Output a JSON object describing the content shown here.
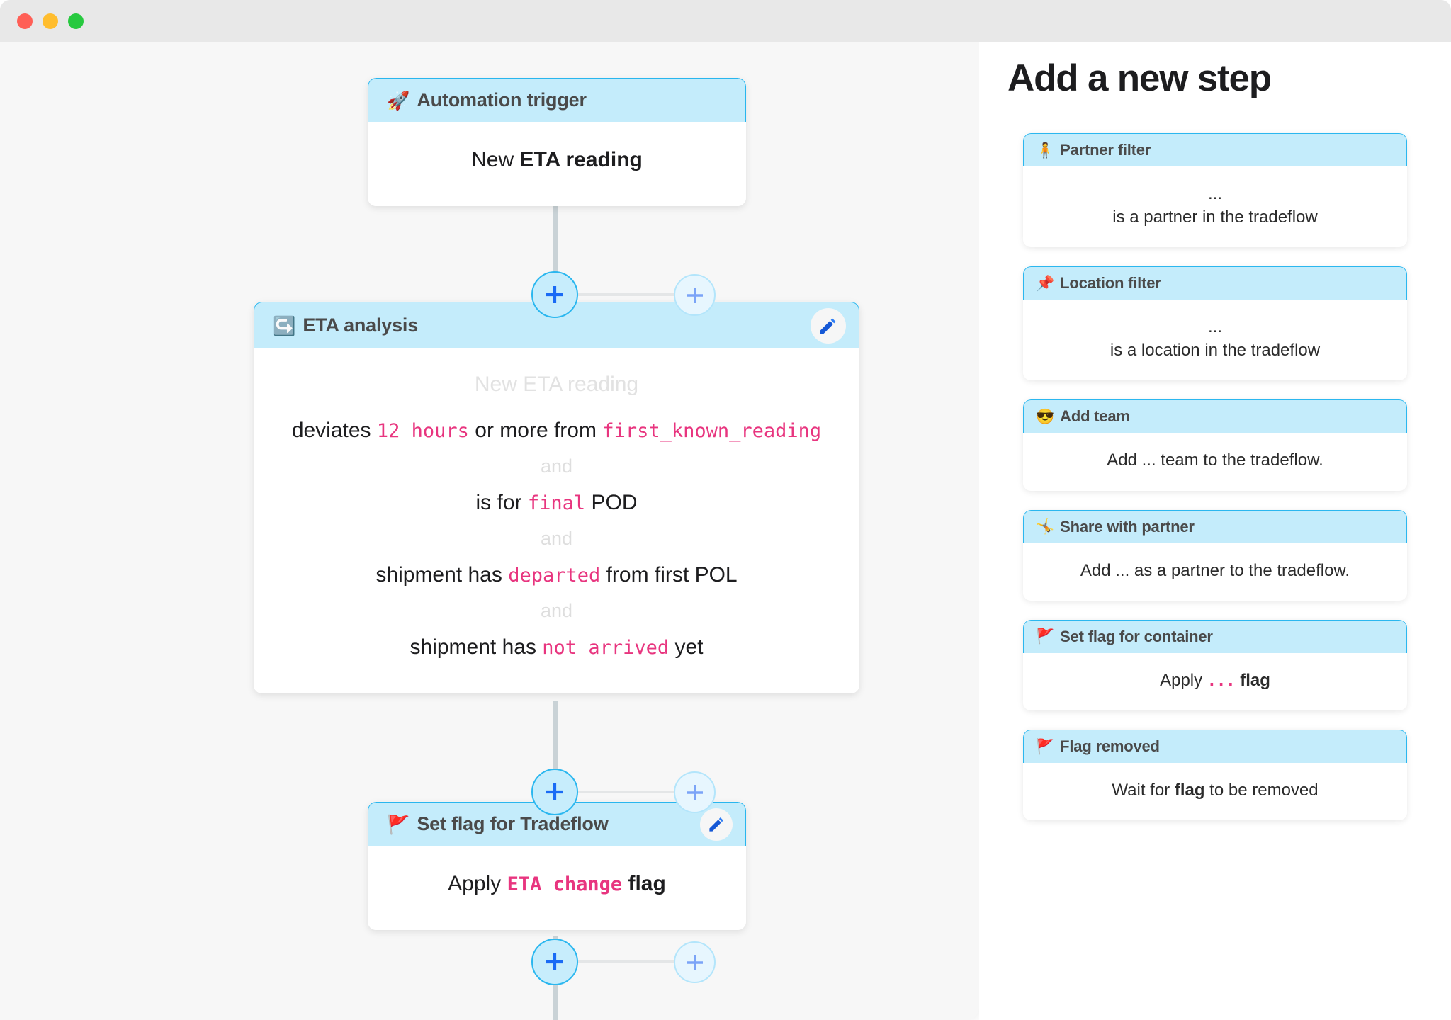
{
  "window": {
    "traffic_lights": [
      {
        "name": "close",
        "color": "#ff5f56"
      },
      {
        "name": "minimize",
        "color": "#ffbd2e"
      },
      {
        "name": "maximize",
        "color": "#27c93f"
      }
    ]
  },
  "theme": {
    "header_fill": "#c4ecfb",
    "header_border": "#2bb7ef",
    "accent_pink": "#e8357f",
    "canvas_bg": "#f7f7f7",
    "spine": "#c9d2d6",
    "plus_blue": "#1a6bf5",
    "plus_blue_light": "#7ba4f7"
  },
  "flow": {
    "trigger": {
      "emoji": "🚀",
      "emoji_name": "rocket-icon",
      "title": "Automation trigger",
      "body_prefix": "New ",
      "body_bold": "ETA reading"
    },
    "analysis": {
      "emoji": "↪️",
      "emoji_name": "redo-arrow-icon",
      "title": "ETA analysis",
      "subject": "New ETA reading",
      "and_label": "and",
      "edit_label": "edit",
      "conditions": [
        {
          "parts": [
            {
              "text": "deviates ",
              "style": "plain"
            },
            {
              "text": "12 hours",
              "style": "mono"
            },
            {
              "text": " or more from ",
              "style": "plain"
            },
            {
              "text": "first_known_reading",
              "style": "mono"
            }
          ]
        },
        {
          "parts": [
            {
              "text": "is for ",
              "style": "plain"
            },
            {
              "text": "final",
              "style": "mono"
            },
            {
              "text": " POD",
              "style": "plain"
            }
          ]
        },
        {
          "parts": [
            {
              "text": "shipment has ",
              "style": "plain"
            },
            {
              "text": "departed",
              "style": "mono"
            },
            {
              "text": " from first POL",
              "style": "plain"
            }
          ]
        },
        {
          "parts": [
            {
              "text": "shipment has ",
              "style": "plain"
            },
            {
              "text": "not arrived",
              "style": "mono"
            },
            {
              "text": " yet",
              "style": "plain"
            }
          ]
        }
      ]
    },
    "set_flag": {
      "emoji": "🚩",
      "emoji_name": "red-flag-icon",
      "title": "Set flag for Tradeflow",
      "edit_label": "edit",
      "body_parts": [
        {
          "text": "Apply ",
          "style": "plain"
        },
        {
          "text": "ETA change",
          "style": "mono-bold"
        },
        {
          "text": " ",
          "style": "plain"
        },
        {
          "text": "flag",
          "style": "bold"
        }
      ]
    },
    "connectors": [
      {
        "name": "connector-after-trigger",
        "primary_label": "+",
        "secondary_label": "+"
      },
      {
        "name": "connector-after-analysis",
        "primary_label": "+",
        "secondary_label": "+"
      },
      {
        "name": "connector-after-setflag",
        "primary_label": "+",
        "secondary_label": "+"
      }
    ]
  },
  "panel": {
    "title": "Add a new step",
    "steps": [
      {
        "emoji": "🧍",
        "emoji_name": "person-standing-icon",
        "title": "Partner filter",
        "lines": [
          {
            "text": "...",
            "style": "plain"
          },
          {
            "text": "is a partner in the tradeflow",
            "style": "plain"
          }
        ]
      },
      {
        "emoji": "📌",
        "emoji_name": "pushpin-icon",
        "title": "Location filter",
        "lines": [
          {
            "text": "...",
            "style": "plain"
          },
          {
            "text": "is a location in the tradeflow",
            "style": "plain"
          }
        ]
      },
      {
        "emoji": "😎",
        "emoji_name": "smiling-face-with-sunglasses-icon",
        "title": "Add team",
        "lines": [
          {
            "text": "Add ... team to the tradeflow.",
            "style": "plain"
          }
        ]
      },
      {
        "emoji": "🤸",
        "emoji_name": "cartwheel-icon",
        "title": "Share with partner",
        "lines": [
          {
            "text": "Add ... as a partner to the tradeflow.",
            "style": "plain"
          }
        ]
      },
      {
        "emoji": "🚩",
        "emoji_name": "red-flag-icon",
        "title": "Set flag for container",
        "lines": [
          {
            "text": "Apply|...|flag",
            "style": "apply-flag"
          }
        ]
      },
      {
        "emoji": "🚩",
        "emoji_name": "red-flag-icon",
        "title": "Flag removed",
        "lines": [
          {
            "text": "Wait for|flag|to be removed",
            "style": "wait-flag"
          }
        ]
      }
    ]
  }
}
